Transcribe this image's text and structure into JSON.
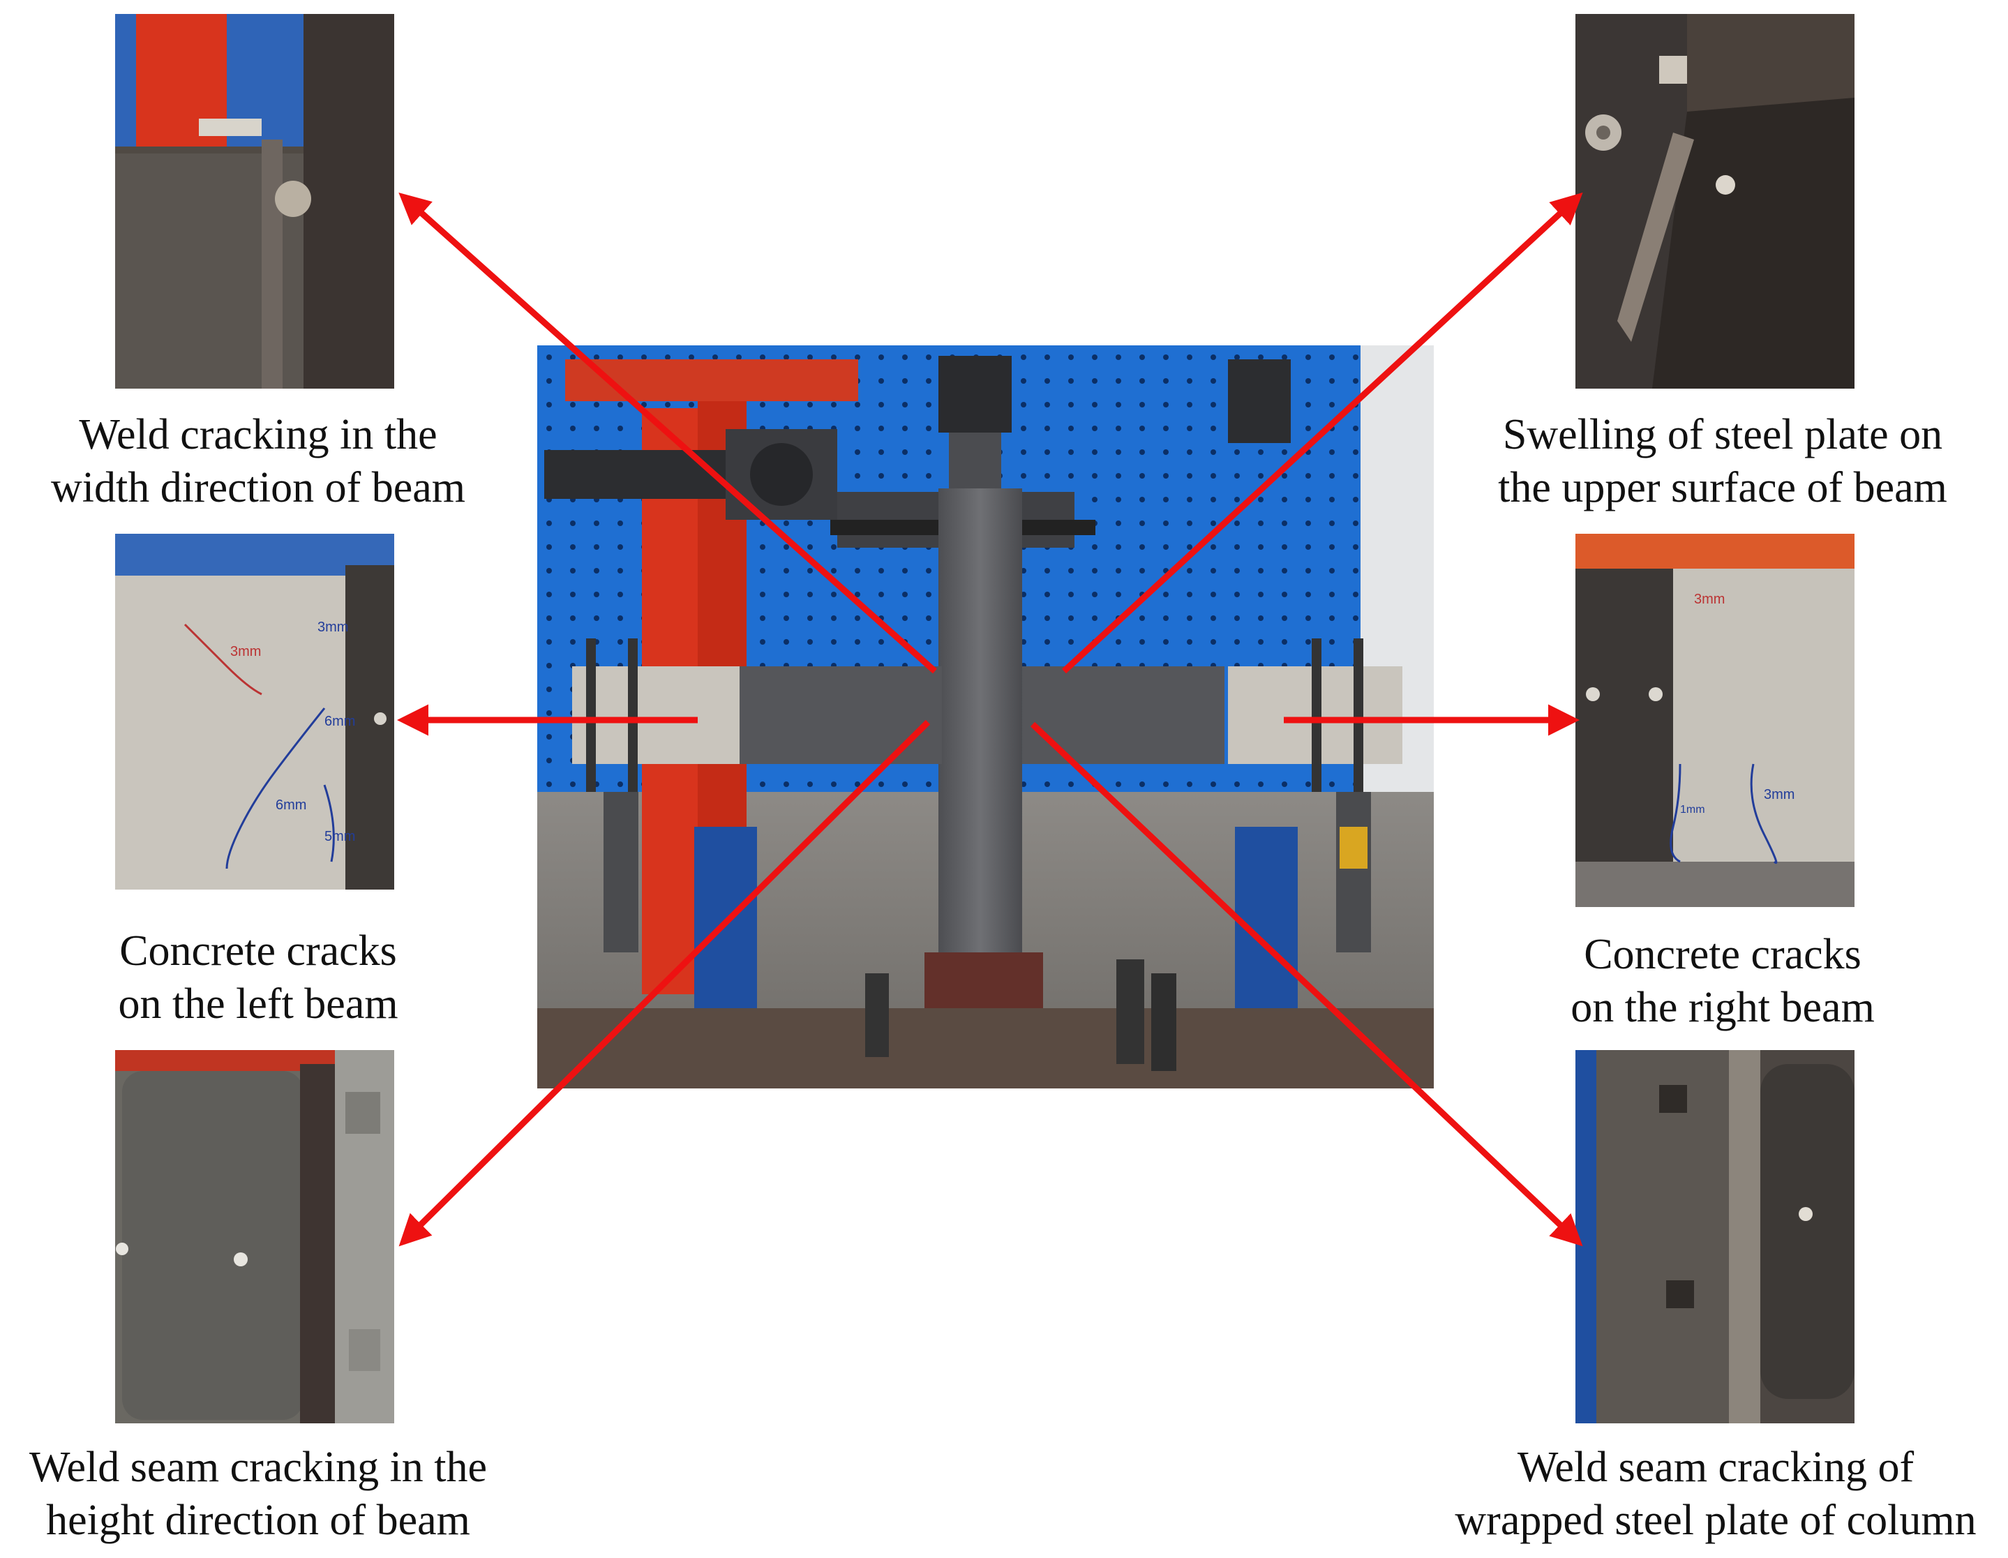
{
  "captions": {
    "top_left": [
      "Weld cracking in the",
      "width direction of beam"
    ],
    "mid_left": [
      "Concrete cracks",
      "on the left beam"
    ],
    "bot_left": [
      "Weld seam cracking in the",
      "height direction of beam"
    ],
    "top_right": [
      "Swelling of steel plate on",
      "the upper surface of beam"
    ],
    "mid_right": [
      "Concrete cracks",
      "on the right beam"
    ],
    "bot_right": [
      "Weld seam cracking of",
      "wrapped steel plate of column"
    ]
  },
  "photo_annotations": {
    "left_beam_crack_widths": [
      "3mm",
      "3mm",
      "6mm",
      "6mm",
      "5mm"
    ],
    "right_beam_crack_widths": [
      "3mm",
      "3mm",
      "1mm"
    ]
  },
  "colors": {
    "arrow": "#ee1111",
    "frame_blue": "#1d6fd0",
    "frame_red": "#d8341d",
    "steel": "#5e5f62",
    "concrete": "#c9c5bd"
  }
}
